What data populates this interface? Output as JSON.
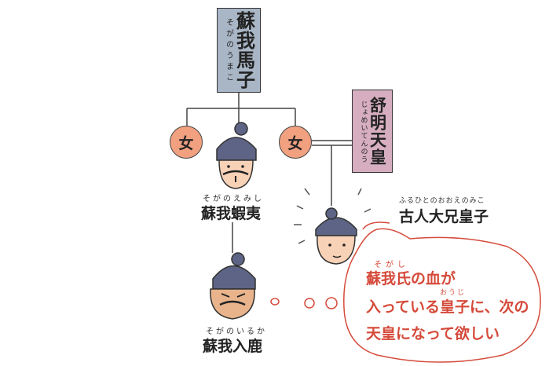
{
  "people": {
    "umako": {
      "name": "蘇我馬子",
      "reading": "そがのうまこ"
    },
    "jomei": {
      "name": "舒明天皇",
      "reading": "じょめいてんのう"
    },
    "woman_left": {
      "label": "女"
    },
    "woman_right": {
      "label": "女"
    },
    "emishi": {
      "name": "蘇我蝦夷",
      "reading": "そがのえみし"
    },
    "iruka": {
      "name": "蘇我入鹿",
      "reading": "そがのいるか"
    },
    "furuhito": {
      "name": "古人大兄皇子",
      "reading": "ふるひとのおおえのみこ"
    }
  },
  "speech": {
    "line1": "蘇我氏の血が",
    "line2": "入っている皇子に、次の",
    "line3": "天皇になって欲しい",
    "ruby_soga": "そがし",
    "ruby_ouji": "おうじ"
  },
  "colors": {
    "umako_box": "#a9b6c6",
    "jomei_box": "#d6aec0",
    "woman_circle": "#f1a080",
    "speech_red": "#d54a3a",
    "hat": "#5d6485",
    "skin": "#f8d2b7"
  }
}
